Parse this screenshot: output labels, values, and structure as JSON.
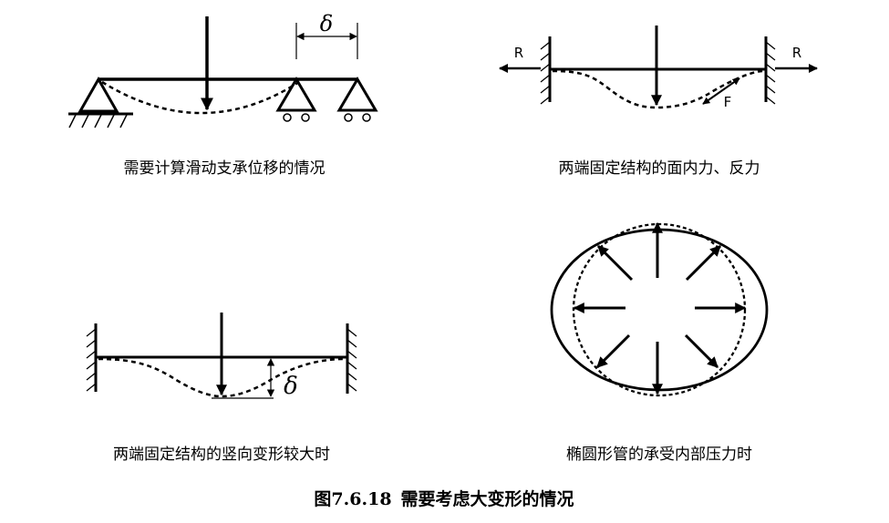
{
  "panels": {
    "p1": {
      "caption": "需要计算滑动支承位移的情况",
      "delta": "δ"
    },
    "p2": {
      "caption": "两端固定结构的面内力、反力",
      "reaction_left": "R",
      "reaction_right": "R",
      "force": "F"
    },
    "p3": {
      "caption": "两端固定结构的竖向变形较大时",
      "delta": "δ"
    },
    "p4": {
      "caption": "椭圆形管的承受内部压力时"
    }
  },
  "figure": {
    "number": "图7.6.18",
    "title": "需要考虑大变形的情况"
  }
}
